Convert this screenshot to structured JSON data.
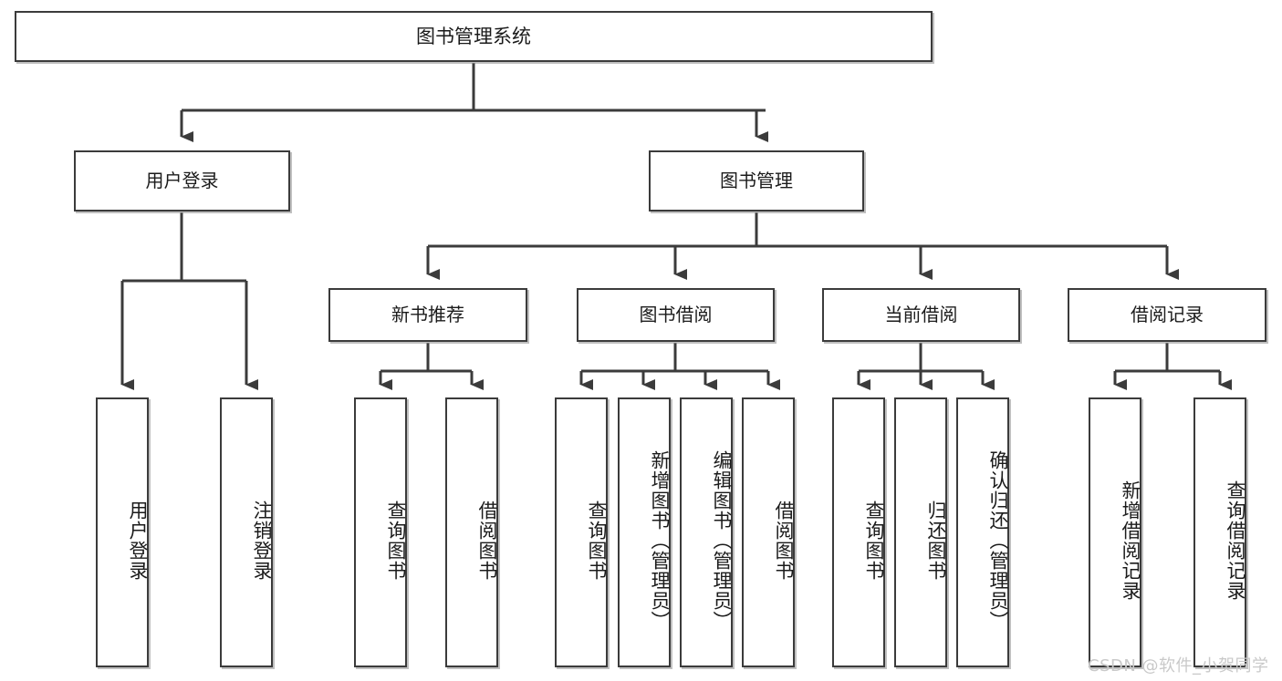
{
  "diagram": {
    "title_box": {
      "label": "图书管理系统"
    },
    "level2": [
      {
        "label": "用户登录"
      },
      {
        "label": "图书管理"
      }
    ],
    "level3": [
      {
        "label": "新书推荐"
      },
      {
        "label": "图书借阅"
      },
      {
        "label": "当前借阅"
      },
      {
        "label": "借阅记录"
      }
    ],
    "leaves": [
      {
        "label": "用户登录"
      },
      {
        "label": "注销登录"
      },
      {
        "label": "查询图书"
      },
      {
        "label": "借阅图书"
      },
      {
        "label": "查询图书"
      },
      {
        "label": "新增图书（管理员）"
      },
      {
        "label": "编辑图书（管理员）"
      },
      {
        "label": "借阅图书"
      },
      {
        "label": "查询图书"
      },
      {
        "label": "归还图书"
      },
      {
        "label": "确认归还（管理员）"
      },
      {
        "label": "新增借阅记录"
      },
      {
        "label": "查询借阅记录"
      }
    ],
    "watermark": "CSDN @软件_小贺同学",
    "colors": {
      "line": "#3b3b3b",
      "box_border": "#3b3b3b",
      "box_fill": "#ffffff",
      "text": "#1b1b1b",
      "watermark": "#c9c9c9",
      "background": "#ffffff"
    }
  }
}
